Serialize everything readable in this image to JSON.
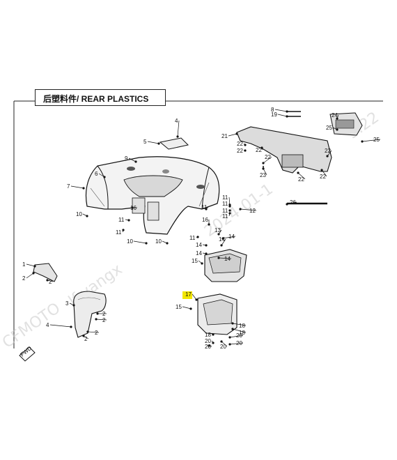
{
  "title": "后塑料件/ REAR PLASTICS",
  "highlighted_callout": "17",
  "highlight_color": "#f2e600",
  "fwd_label": "FWD",
  "watermarks": [
    "CFMOTO",
    "lf-yangx",
    "2024-01-1",
    "9:22"
  ],
  "callouts": [
    "1",
    "2",
    "3",
    "4",
    "5",
    "6",
    "7",
    "8",
    "9",
    "10",
    "11",
    "12",
    "13",
    "14",
    "15",
    "16",
    "17",
    "18",
    "19",
    "20",
    "21",
    "22",
    "23",
    "24",
    "25",
    "26"
  ]
}
